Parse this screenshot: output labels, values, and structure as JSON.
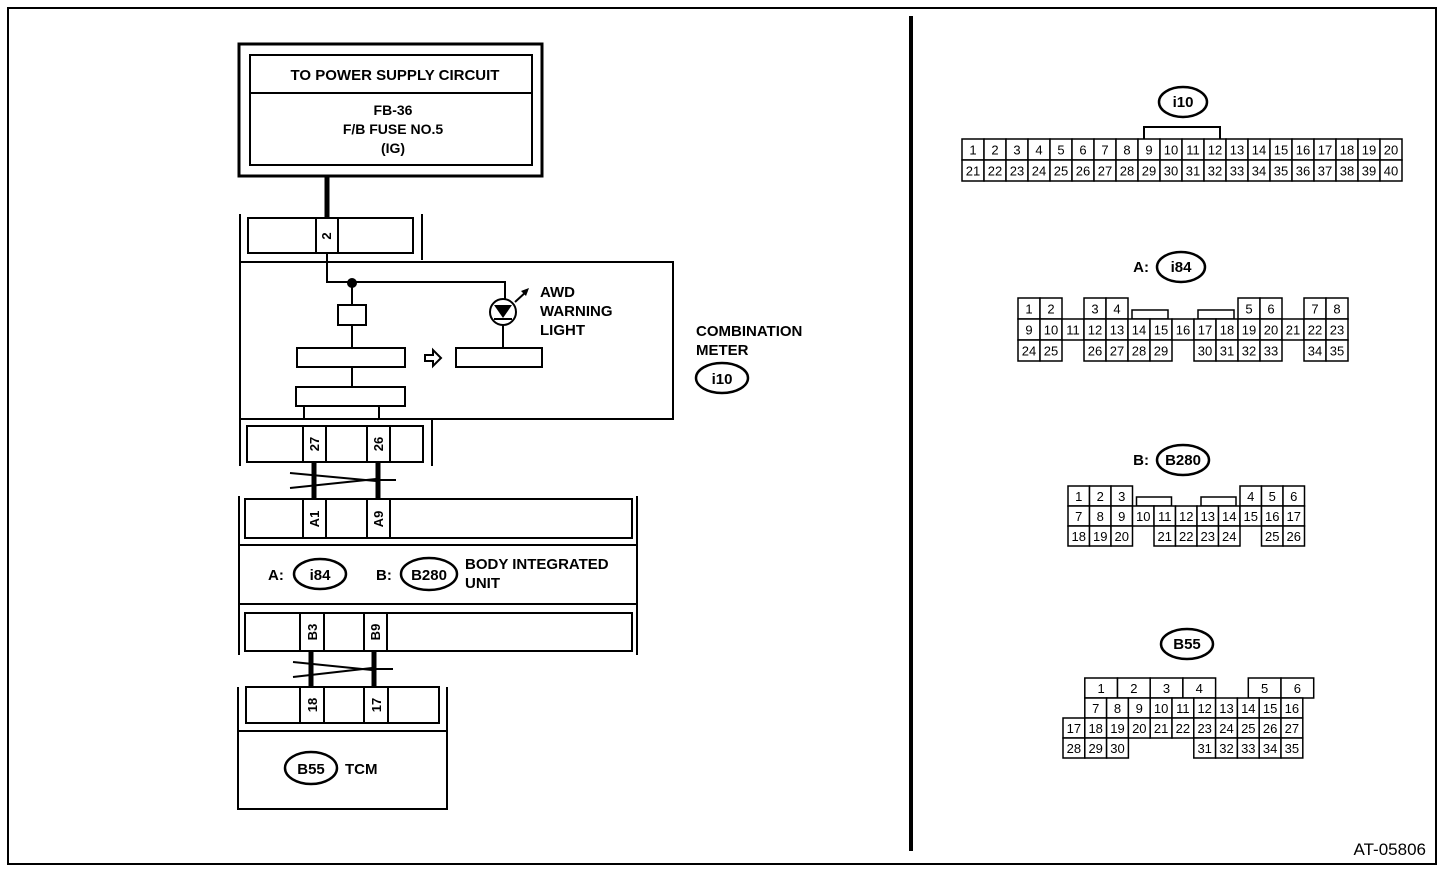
{
  "drawing_id": "AT-05806",
  "power_supply": {
    "title": "TO POWER SUPPLY CIRCUIT",
    "lines": [
      "FB-36",
      "F/B FUSE NO.5",
      "(IG)"
    ]
  },
  "combination_meter": {
    "label_lines": [
      "COMBINATION",
      "METER"
    ],
    "connector": "i10",
    "input_pin": "2",
    "output_pins": [
      "27",
      "26"
    ],
    "warning_light_lines": [
      "AWD",
      "WARNING",
      "LIGHT"
    ]
  },
  "body_integrated_unit": {
    "label_lines": [
      "BODY INTEGRATED",
      "UNIT"
    ],
    "connector_a_prefix": "A:",
    "connector_a": "i84",
    "connector_b_prefix": "B:",
    "connector_b": "B280",
    "upper_pins": [
      "A1",
      "A9"
    ],
    "lower_pins": [
      "B3",
      "B9"
    ]
  },
  "tcm": {
    "label": "TCM",
    "connector": "B55",
    "pins": [
      "18",
      "17"
    ]
  },
  "connector_views": {
    "i10": {
      "label": "i10",
      "prefix": "",
      "rows": [
        [
          "1",
          "2",
          "3",
          "4",
          "5",
          "6",
          "7",
          "8",
          "9",
          "10",
          "11",
          "12",
          "13",
          "14",
          "15",
          "16",
          "17",
          "18",
          "19",
          "20"
        ],
        [
          "21",
          "22",
          "23",
          "24",
          "25",
          "26",
          "27",
          "28",
          "29",
          "30",
          "31",
          "32",
          "33",
          "34",
          "35",
          "36",
          "37",
          "38",
          "39",
          "40"
        ]
      ]
    },
    "i84": {
      "label": "i84",
      "prefix": "A:",
      "rows": [
        [
          "1",
          "2",
          "",
          "3",
          "4",
          "",
          "",
          "",
          "",
          "",
          "5",
          "6",
          "",
          "7",
          "8"
        ],
        [
          "9",
          "10",
          "11",
          "12",
          "13",
          "14",
          "15",
          "16",
          "17",
          "18",
          "19",
          "20",
          "21",
          "22",
          "23"
        ],
        [
          "24",
          "25",
          "",
          "26",
          "27",
          "28",
          "29",
          "",
          "30",
          "31",
          "32",
          "33",
          "",
          "34",
          "35"
        ]
      ]
    },
    "B280": {
      "label": "B280",
      "prefix": "B:",
      "rows": [
        [
          "1",
          "2",
          "3",
          "",
          "",
          "",
          "",
          "",
          "4",
          "5",
          "6"
        ],
        [
          "7",
          "8",
          "9",
          "10",
          "11",
          "12",
          "13",
          "14",
          "15",
          "16",
          "17"
        ],
        [
          "18",
          "19",
          "20",
          "",
          "21",
          "22",
          "23",
          "24",
          "",
          "25",
          "26"
        ]
      ]
    },
    "B55": {
      "label": "B55",
      "prefix": "",
      "top_row": [
        "1",
        "2",
        "3",
        "4",
        "",
        "5",
        "6"
      ],
      "rows": [
        [
          "",
          "7",
          "8",
          "9",
          "10",
          "11",
          "12",
          "13",
          "14",
          "15",
          "16"
        ],
        [
          "17",
          "18",
          "19",
          "20",
          "21",
          "22",
          "23",
          "24",
          "25",
          "26",
          "27"
        ],
        [
          "28",
          "29",
          "30",
          "",
          "",
          "",
          "31",
          "32",
          "33",
          "34",
          "35"
        ]
      ]
    }
  }
}
